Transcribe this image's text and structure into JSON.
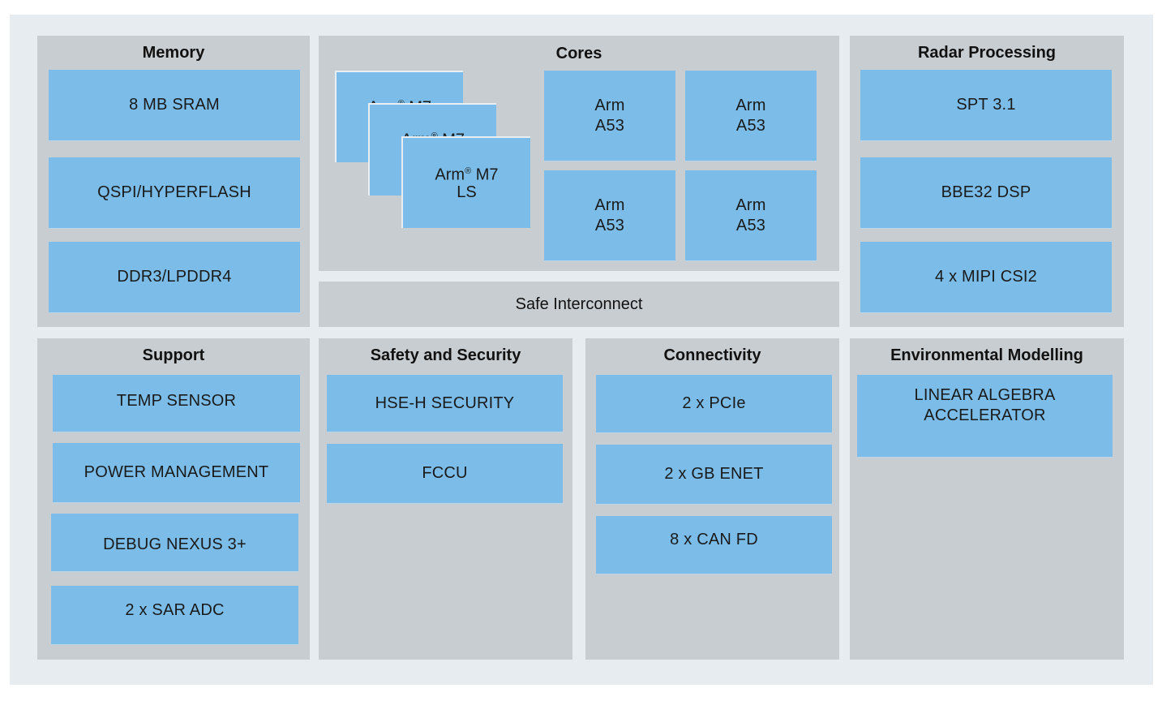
{
  "memory": {
    "title": "Memory",
    "items": [
      "8 MB SRAM",
      "QSPI/HYPERFLASH",
      "DDR3/LPDDR4"
    ]
  },
  "cores": {
    "title": "Cores",
    "m7": {
      "arm": "Arm",
      "reg": "®",
      "model": "M7",
      "suffix": "LS"
    },
    "a53": [
      {
        "line1": "Arm",
        "line2": "A53"
      },
      {
        "line1": "Arm",
        "line2": "A53"
      },
      {
        "line1": "Arm",
        "line2": "A53"
      },
      {
        "line1": "Arm",
        "line2": "A53"
      }
    ]
  },
  "interconnect": {
    "label": "Safe Interconnect"
  },
  "radar": {
    "title": "Radar Processing",
    "items": [
      "SPT 3.1",
      "BBE32 DSP",
      "4 x MIPI CSI2"
    ]
  },
  "support": {
    "title": "Support",
    "items": [
      "TEMP SENSOR",
      "POWER MANAGEMENT",
      "DEBUG NEXUS 3+",
      "2 x SAR ADC"
    ]
  },
  "safety": {
    "title": "Safety and Security",
    "items": [
      "HSE-H SECURITY",
      "FCCU"
    ]
  },
  "connectivity": {
    "title": "Connectivity",
    "items": [
      "2 x PCIe",
      "2 x GB ENET",
      "8 x CAN FD"
    ]
  },
  "environment": {
    "title": "Environmental Modelling",
    "item": {
      "line1": "LINEAR ALGEBRA",
      "line2": "ACCELERATOR"
    }
  }
}
